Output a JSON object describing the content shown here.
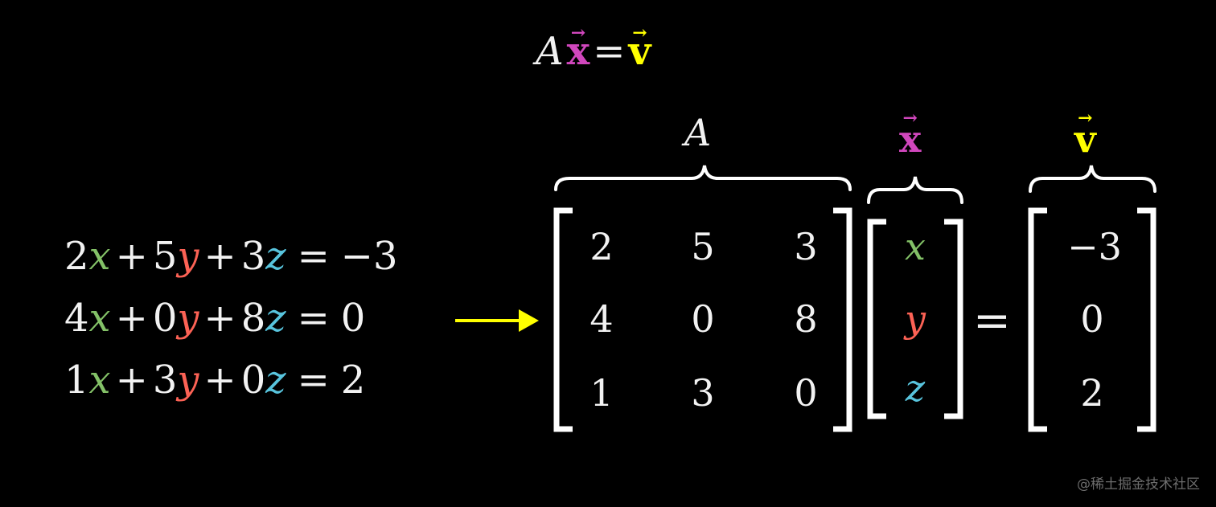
{
  "colors": {
    "background": "#000000",
    "text": "#f2f2f2",
    "x": "#83c167",
    "y": "#fc6255",
    "z": "#58c4dd",
    "vec_x": "#d147bd",
    "vec_v": "#ffff00",
    "arrow": "#ffff00"
  },
  "title": {
    "A": "A",
    "x": "x",
    "eq": "=",
    "v": "v",
    "arrow_glyph": "→"
  },
  "system": [
    {
      "c1": "2",
      "v1": "x",
      "op1": "+",
      "c2": "5",
      "v2": "y",
      "op2": "+",
      "c3": "3",
      "v3": "z",
      "eq": "=",
      "rhs": "−3"
    },
    {
      "c1": "4",
      "v1": "x",
      "op1": "+",
      "c2": "0",
      "v2": "y",
      "op2": "+",
      "c3": "8",
      "v3": "z",
      "eq": "=",
      "rhs": "0"
    },
    {
      "c1": "1",
      "v1": "x",
      "op1": "+",
      "c2": "3",
      "v2": "y",
      "op2": "+",
      "c3": "0",
      "v3": "z",
      "eq": "=",
      "rhs": "2"
    }
  ],
  "labels": {
    "A": "A",
    "x": "x",
    "v": "v",
    "arrow_glyph": "→"
  },
  "matrix_A": [
    [
      "2",
      "5",
      "3"
    ],
    [
      "4",
      "0",
      "8"
    ],
    [
      "1",
      "3",
      "0"
    ]
  ],
  "vector_x": [
    "x",
    "y",
    "z"
  ],
  "equals": "=",
  "vector_v": [
    "−3",
    "0",
    "2"
  ],
  "watermark": "@稀土掘金技术社区"
}
